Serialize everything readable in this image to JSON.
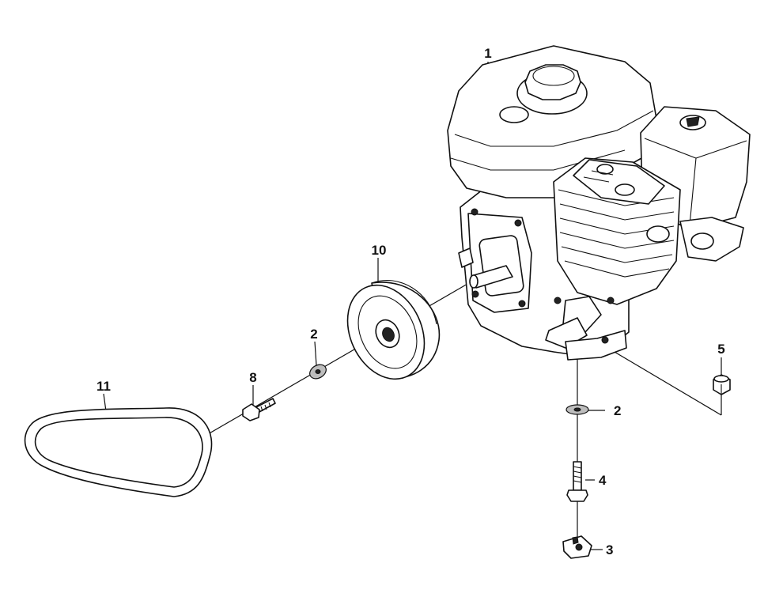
{
  "callouts": {
    "c1": "1",
    "c2a": "2",
    "c2b": "2",
    "c3": "3",
    "c4": "4",
    "c5": "5",
    "c8": "8",
    "c10": "10",
    "c11": "11"
  }
}
